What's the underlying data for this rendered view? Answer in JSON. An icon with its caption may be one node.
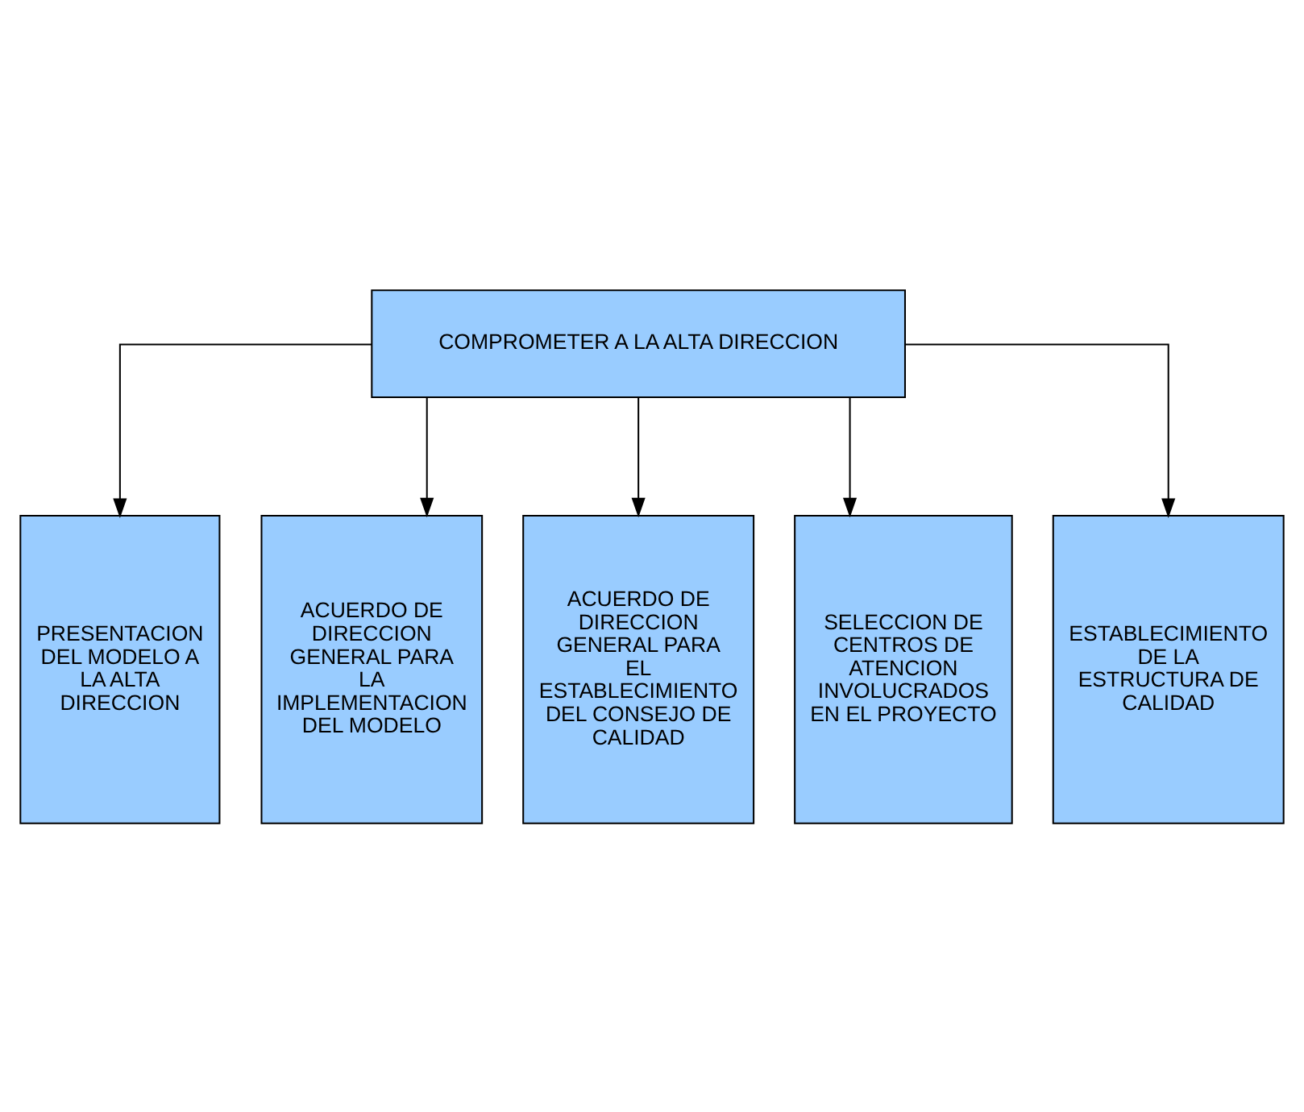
{
  "diagram": {
    "nodes": [
      {
        "text": [
          "COMPROMETER A LA ALTA DIRECCION"
        ]
      },
      {
        "text": [
          "PRESENTACION DEL MODELO A LA ALTA DIRECCION"
        ]
      },
      {
        "text": [
          "ACUERDO DE DIRECCION GENERAL PARA LA IMPLEMENTACION DEL MODELO"
        ]
      },
      {
        "text": [
          "ACUERDO DE DIRECCION GENERAL PARA EL ESTABLECIMIENTO DEL CONSEJO DE CALIDAD"
        ]
      },
      {
        "text": [
          "SELECCION DE CENTROS DE ATENCION INVOLUCRADOS EN EL PROYECTO"
        ]
      },
      {
        "text": [
          "ESTABLECIMIENTO DE LA ESTRUCTURA DE CALIDAD"
        ]
      }
    ],
    "edges": [
      {
        "from": 0,
        "to": 1,
        "arrow": "to"
      },
      {
        "from": 0,
        "to": 2,
        "arrow": "to"
      },
      {
        "from": 0,
        "to": 3,
        "arrow": "to"
      },
      {
        "from": 0,
        "to": 4,
        "arrow": "to"
      },
      {
        "from": 0,
        "to": 5,
        "arrow": "to"
      }
    ]
  }
}
